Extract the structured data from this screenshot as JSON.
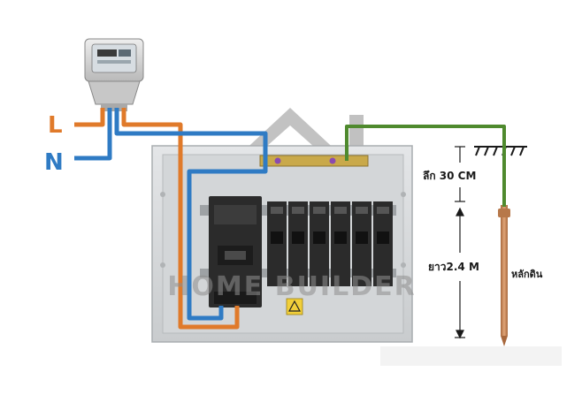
{
  "labels": {
    "line": "L",
    "neutral": "N",
    "depth": "ลึก 30 CM",
    "length": "ยาว2.4 M",
    "ground_rod": "หลักดิน"
  },
  "watermark": "HOME BUILDER",
  "colors": {
    "line_wire": "#e07a2a",
    "neutral_wire": "#2f7bc4",
    "ground_wire": "#4f8a2e",
    "label_line": "#e07a2a",
    "label_neutral": "#2f7bc4",
    "panel": "#d9dcde",
    "breaker": "#2b2b2b",
    "rod": "#c9895a"
  },
  "icons": [
    "electric-meter-icon",
    "ground-symbol-icon",
    "warning-sticker-icon"
  ]
}
